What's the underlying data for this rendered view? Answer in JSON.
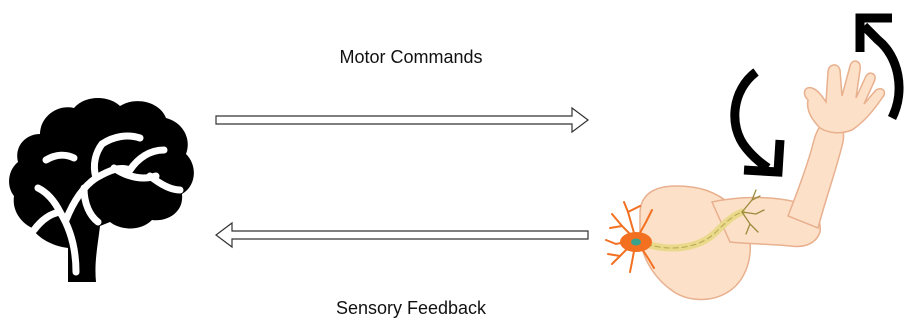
{
  "diagram": {
    "top_label": "Motor Commands",
    "bottom_label": "Sensory Feedback",
    "nodes": [
      {
        "id": "brain",
        "icon": "brain-icon"
      },
      {
        "id": "arm",
        "icon": "arm-with-neuron-illustration"
      }
    ],
    "edges": [
      {
        "from": "brain",
        "to": "arm",
        "label": "Motor Commands"
      },
      {
        "from": "arm",
        "to": "brain",
        "label": "Sensory Feedback"
      }
    ],
    "rotation_arrows": [
      "rotate-down-icon",
      "rotate-up-icon"
    ]
  },
  "colors": {
    "brain": "#000000",
    "skin": "#fde0c8",
    "skin_outline": "#e8b08e",
    "neuron": "#f37021",
    "axon": "#e9d98a",
    "arrow_stroke": "#333333"
  }
}
